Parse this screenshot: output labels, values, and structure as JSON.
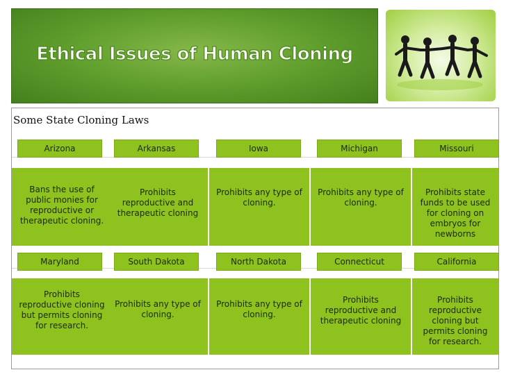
{
  "header": {
    "title": "Ethical Issues of Human Cloning",
    "accent_color": "#62a02f",
    "logo_icon": "people-holding-hands-icon"
  },
  "laws": {
    "heading": "Some State Cloning Laws",
    "row1": [
      {
        "state": "Arizona",
        "law": "Bans the use of public monies for reproductive or therapeutic cloning."
      },
      {
        "state": "Arkansas",
        "law": "Prohibits reproductive and therapeutic cloning"
      },
      {
        "state": "Iowa",
        "law": "Prohibits any type of cloning."
      },
      {
        "state": "Michigan",
        "law": "Prohibits any type of cloning."
      },
      {
        "state": "Missouri",
        "law": "Prohibits state funds to be used for cloning on embryos for newborns"
      }
    ],
    "row2": [
      {
        "state": "Maryland",
        "law": "Prohibits reproductive cloning but permits cloning for research."
      },
      {
        "state": "South Dakota",
        "law": "Prohibits any type of cloning."
      },
      {
        "state": "North Dakota",
        "law": "Prohibits any type of cloning."
      },
      {
        "state": "Connecticut",
        "law": "Prohibits reproductive and therapeutic cloning"
      },
      {
        "state": "California",
        "law": "Prohibits reproductive cloning but permits cloning for research."
      }
    ],
    "cell_color": "#8dc21f"
  }
}
